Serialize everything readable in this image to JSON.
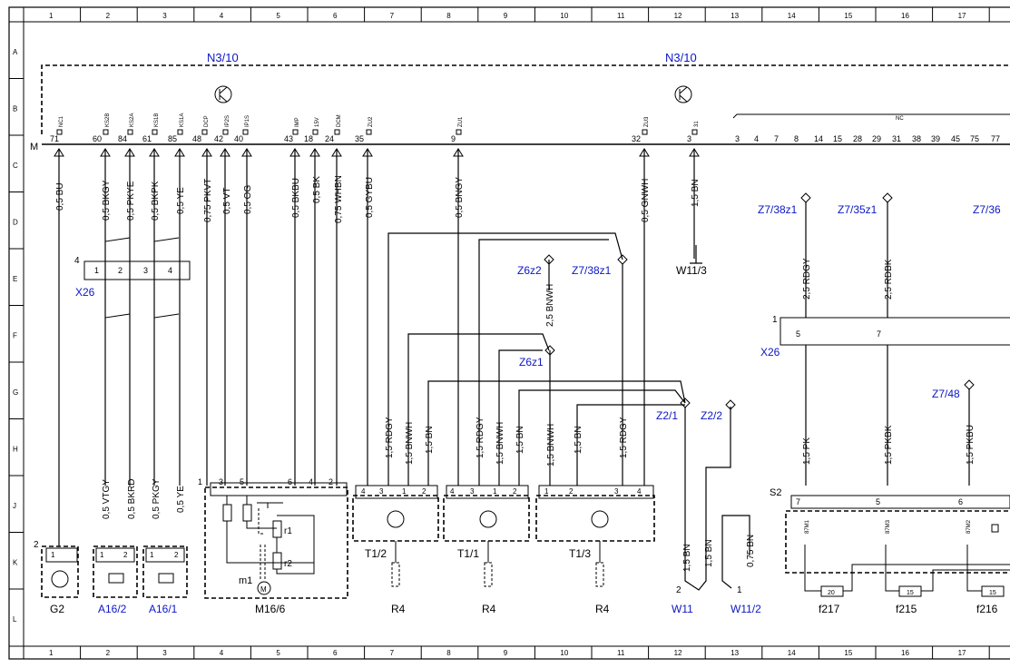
{
  "frame": {
    "columns": [
      "1",
      "2",
      "3",
      "4",
      "5",
      "6",
      "7",
      "8",
      "9",
      "10",
      "11",
      "12",
      "13",
      "14",
      "15",
      "16",
      "17"
    ],
    "rows": [
      "A",
      "B",
      "C",
      "D",
      "E",
      "F",
      "G",
      "H",
      "J",
      "K",
      "L"
    ]
  },
  "module": {
    "label": "N3/10",
    "ground_label": "M",
    "pin_names": [
      "NC1",
      "KS2B",
      "KS2A",
      "KS1B",
      "KS1A",
      "DCP",
      "IP2S",
      "IP1S",
      "IMP",
      "15V",
      "DCM",
      "ZU2",
      "ZU1",
      "ZU3",
      "31",
      "NC"
    ],
    "pin_numbers": [
      "71",
      "60",
      "84",
      "61",
      "85",
      "48",
      "42",
      "40",
      "43",
      "18",
      "24",
      "35",
      "9",
      "32",
      "3",
      "3",
      "4",
      "7",
      "8",
      "14",
      "15",
      "28",
      "29",
      "31",
      "38",
      "39",
      "45",
      "75",
      "77"
    ]
  },
  "wires": {
    "labels": [
      "0,5 BU",
      "0,5 BKGY",
      "0,5 PKYE",
      "0,5 BKPK",
      "0,5 YE",
      "0,75 PKVT",
      "0,5 VT",
      "0,5 OG",
      "0,5 BKBU",
      "0,5 BK",
      "0,75 WHBN",
      "0,5 GYBU",
      "0,5 BNGY",
      "0,5 GNWH",
      "1,5 BN",
      "2,5 RDGY",
      "2,5 RDBK",
      "2,5 BNWH",
      "1,5 RDGY",
      "1,5 BNWH",
      "1,5 BN",
      "1,5 RDGY",
      "1,5 BNWH",
      "1,5 BN",
      "1,5 BNWH",
      "1,5 BN",
      "1,5 RDGY",
      "0,5 VTGY",
      "0,5 BKRD",
      "0,5 PKGY",
      "0,5 YE",
      "1,5 BN",
      "1,5 BN",
      "0,75 BN",
      "1,5 PK",
      "1,5 PKBK",
      "1,5 PKBU"
    ]
  },
  "connectors": {
    "x26": {
      "label": "X26",
      "num": "4",
      "pins": [
        "1",
        "2",
        "3",
        "4"
      ]
    },
    "x26b": {
      "label": "X26",
      "num": "1",
      "pins": [
        "5",
        "7"
      ]
    },
    "splices": [
      "Z6z2",
      "Z7/38z1",
      "Z6z1",
      "Z2/1",
      "Z2/2",
      "Z7/38z1",
      "Z7/35z1",
      "Z7/36",
      "Z7/48"
    ],
    "ground_w113": "W11/3"
  },
  "components": {
    "g2": "G2",
    "a16_2": "A16/2",
    "a16_1": "A16/1",
    "m16_6": "M16/6",
    "m16_6_pins": [
      "1",
      "3",
      "5",
      "6",
      "4",
      "2"
    ],
    "m1": "m1",
    "r1": "r1",
    "r2": "r2",
    "t1_2": "T1/2",
    "t1_1": "T1/1",
    "t1_3": "T1/3",
    "r4": [
      "R4",
      "R4",
      "R4"
    ],
    "w11": "W11",
    "w11_2": "W11/2",
    "s2": "S2",
    "s2_pins": [
      "7",
      "5",
      "6"
    ],
    "relay_labels": [
      "87M1",
      "87M3",
      "87M2"
    ],
    "fuses": [
      "20",
      "15",
      "15"
    ],
    "fuse_labels": [
      "f217",
      "f215",
      "f216"
    ],
    "pin_small": [
      "1",
      "2",
      "1",
      "2",
      "1",
      "2",
      "4",
      "3",
      "1",
      "2",
      "4",
      "3",
      "1",
      "2",
      "1",
      "2",
      "3",
      "4",
      "2",
      "1",
      "1",
      "1"
    ]
  },
  "colors": {
    "line": "#000000",
    "label_blue": "#0b16c4"
  }
}
